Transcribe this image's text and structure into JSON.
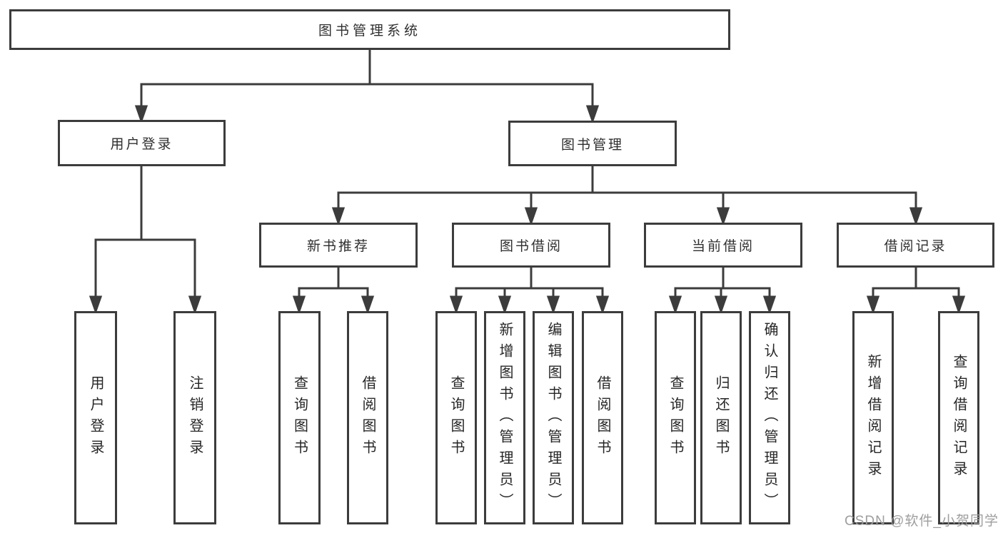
{
  "root": {
    "label": "图书管理系统"
  },
  "branches": {
    "user_login": {
      "label": "用户登录",
      "children": [
        {
          "label": "用户登录"
        },
        {
          "label": "注销登录"
        }
      ]
    },
    "book_mgmt": {
      "label": "图书管理",
      "sections": [
        {
          "label": "新书推荐",
          "children": [
            {
              "label": "查询图书"
            },
            {
              "label": "借阅图书"
            }
          ]
        },
        {
          "label": "图书借阅",
          "children": [
            {
              "label": "查询图书"
            },
            {
              "label": "新增图书（管理员）"
            },
            {
              "label": "编辑图书（管理员）"
            },
            {
              "label": "借阅图书"
            }
          ]
        },
        {
          "label": "当前借阅",
          "children": [
            {
              "label": "查询图书"
            },
            {
              "label": "归还图书"
            },
            {
              "label": "确认归还（管理员）"
            }
          ]
        },
        {
          "label": "借阅记录",
          "children": [
            {
              "label": "新增借阅记录"
            },
            {
              "label": "查询借阅记录"
            }
          ]
        }
      ]
    }
  },
  "watermark": {
    "text": "CSDN @软件_小贺同学"
  },
  "colors": {
    "line": "#3c3c3c",
    "border": "#3c3c3c",
    "text": "#2f2f2f",
    "watermark": "#9e9e9e",
    "background": "#ffffff"
  }
}
